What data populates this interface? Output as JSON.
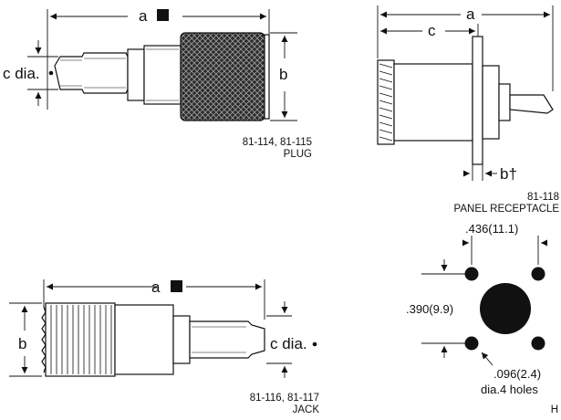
{
  "plug": {
    "dim_a": "a",
    "dim_b": "b",
    "dim_c": "c dia.",
    "part_numbers": "81-114, 81-115",
    "name": "PLUG"
  },
  "receptacle": {
    "dim_a": "a",
    "dim_c": "c",
    "dim_b": "b†",
    "part_number": "81-118",
    "name": "PANEL RECEPTACLE"
  },
  "jack": {
    "dim_a": "a",
    "dim_b": "b",
    "dim_c": "c dia.",
    "part_numbers": "81-116, 81-117",
    "name": "JACK"
  },
  "mounting": {
    "spacing_h": ".436(11.1)",
    "spacing_v": ".390(9.9)",
    "hole_size": ".096(2.4)",
    "hole_note": "dia.4 holes"
  },
  "corner_mark": "H"
}
